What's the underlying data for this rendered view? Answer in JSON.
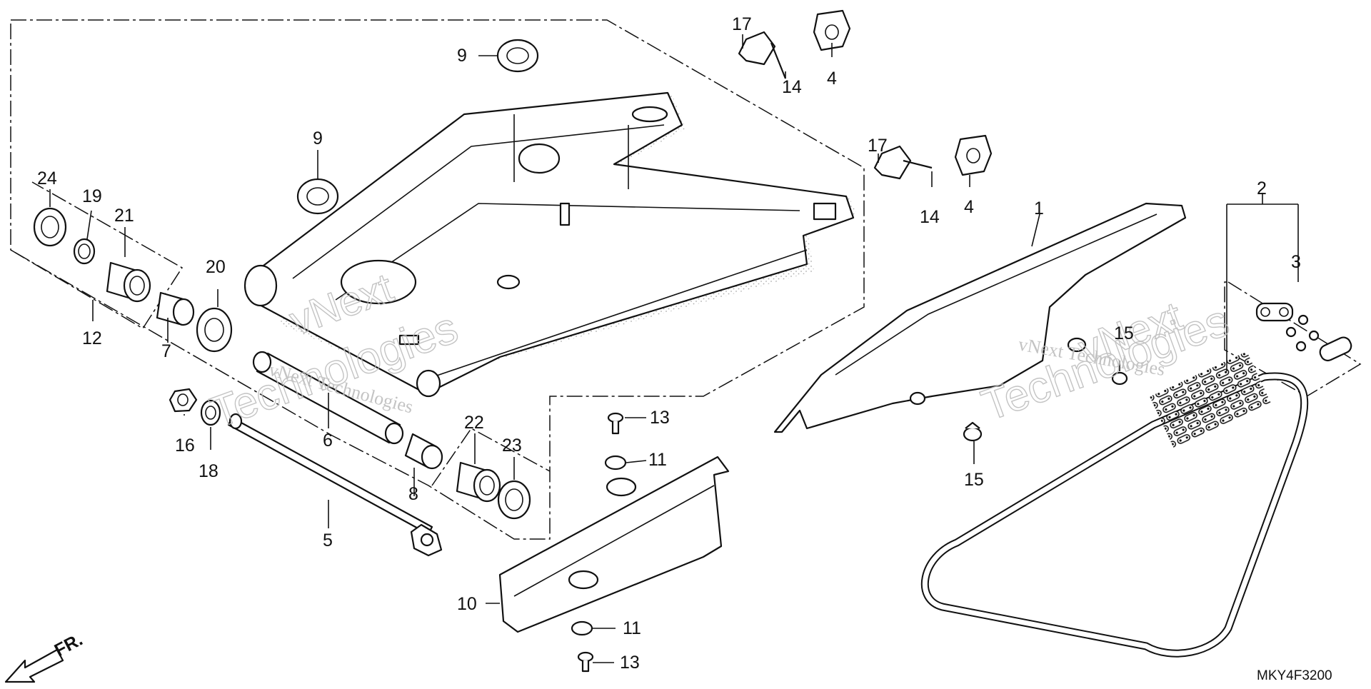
{
  "diagram": {
    "code": "MKY4F3200",
    "front_mark": "FR.",
    "watermark": {
      "line1": "vNext",
      "line2": "Technologies",
      "inline": "vNext Technologies"
    },
    "callouts": [
      {
        "id": "c1",
        "text": "1"
      },
      {
        "id": "c2",
        "text": "2"
      },
      {
        "id": "c3",
        "text": "3"
      },
      {
        "id": "c4a",
        "text": "4"
      },
      {
        "id": "c4b",
        "text": "4"
      },
      {
        "id": "c5",
        "text": "5"
      },
      {
        "id": "c6",
        "text": "6"
      },
      {
        "id": "c7",
        "text": "7"
      },
      {
        "id": "c8",
        "text": "8"
      },
      {
        "id": "c9a",
        "text": "9"
      },
      {
        "id": "c9b",
        "text": "9"
      },
      {
        "id": "c10",
        "text": "10"
      },
      {
        "id": "c11a",
        "text": "11"
      },
      {
        "id": "c11b",
        "text": "11"
      },
      {
        "id": "c12",
        "text": "12"
      },
      {
        "id": "c13a",
        "text": "13"
      },
      {
        "id": "c13b",
        "text": "13"
      },
      {
        "id": "c14a",
        "text": "14"
      },
      {
        "id": "c14b",
        "text": "14"
      },
      {
        "id": "c15a",
        "text": "15"
      },
      {
        "id": "c15b",
        "text": "15"
      },
      {
        "id": "c16",
        "text": "16"
      },
      {
        "id": "c17a",
        "text": "17"
      },
      {
        "id": "c17b",
        "text": "17"
      },
      {
        "id": "c18",
        "text": "18"
      },
      {
        "id": "c19",
        "text": "19"
      },
      {
        "id": "c20",
        "text": "20"
      },
      {
        "id": "c21",
        "text": "21"
      },
      {
        "id": "c22",
        "text": "22"
      },
      {
        "id": "c23",
        "text": "23"
      },
      {
        "id": "c24",
        "text": "24"
      }
    ]
  }
}
